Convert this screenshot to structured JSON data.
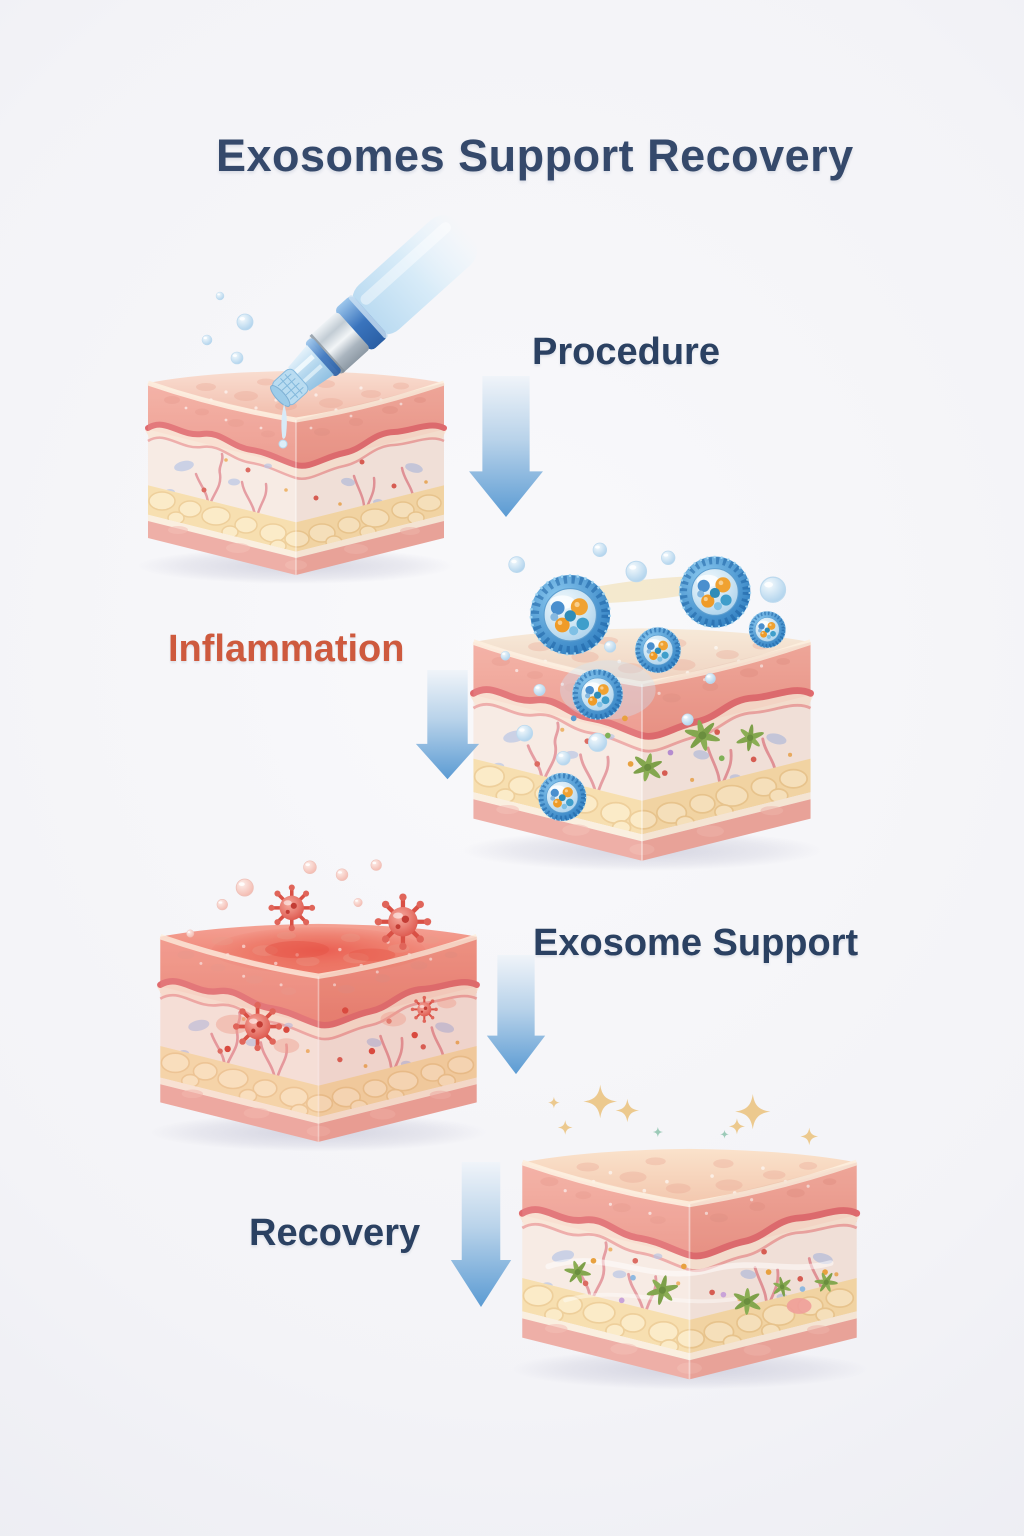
{
  "title": "Exosomes Support Recovery",
  "title_color": "#35496b",
  "background_color": "#f3f3f7",
  "stages": [
    {
      "id": "procedure",
      "label": "Procedure",
      "label_color": "#2b4162",
      "illustration": "skin-cross-section-block-with-microneedling-pen",
      "connector": "down-arrow"
    },
    {
      "id": "inflammation",
      "label": "Inflammation",
      "label_color": "#ce5a3e",
      "illustration": "skin-cross-section-block-absorbing-exosome-vesicles",
      "connector": "down-arrow"
    },
    {
      "id": "exosome-support",
      "label": "Exosome Support",
      "label_color": "#2b4162",
      "illustration": "inflamed-red-skin-cross-section-block-with-irritant-particles",
      "connector": "down-arrow"
    },
    {
      "id": "recovery",
      "label": "Recovery",
      "label_color": "#2b4162",
      "illustration": "healed-skin-cross-section-block-with-golden-sparkles",
      "connector": "down-arrow"
    }
  ],
  "arrow_colors": {
    "top": "#eef4fa",
    "bottom": "#5b9bd3"
  }
}
